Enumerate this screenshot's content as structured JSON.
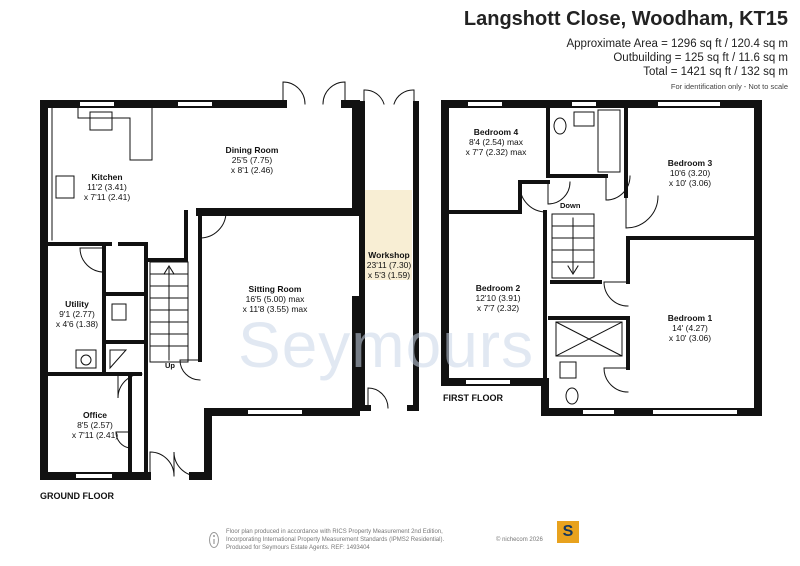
{
  "header": {
    "title": "Langshott Close, Woodham, KT15",
    "approx_area": "Approximate Area = 1296 sq ft / 120.4 sq m",
    "outbuilding": "Outbuilding = 125 sq ft / 11.6 sq m",
    "total": "Total = 1421 sq ft / 132 sq m",
    "note": "For identification only - Not to scale"
  },
  "ground_floor": {
    "label": "GROUND FLOOR",
    "rooms": {
      "kitchen": {
        "name": "Kitchen",
        "dim1": "11'2 (3.41)",
        "dim2": "x 7'11 (2.41)"
      },
      "dining": {
        "name": "Dining Room",
        "dim1": "25'5 (7.75)",
        "dim2": "x 8'1 (2.46)"
      },
      "sitting": {
        "name": "Sitting Room",
        "dim1": "16'5 (5.00) max",
        "dim2": "x 11'8 (3.55) max"
      },
      "utility": {
        "name": "Utility",
        "dim1": "9'1 (2.77)",
        "dim2": "x 4'6 (1.38)"
      },
      "office": {
        "name": "Office",
        "dim1": "8'5 (2.57)",
        "dim2": "x 7'11 (2.41)"
      },
      "workshop": {
        "name": "Workshop",
        "dim1": "23'11 (7.30)",
        "dim2": "x 5'3 (1.59)"
      }
    },
    "stairs_label": "Up"
  },
  "first_floor": {
    "label": "FIRST FLOOR",
    "rooms": {
      "bed4": {
        "name": "Bedroom 4",
        "dim1": "8'4 (2.54) max",
        "dim2": "x 7'7 (2.32) max"
      },
      "bed3": {
        "name": "Bedroom 3",
        "dim1": "10'6 (3.20)",
        "dim2": "x 10' (3.06)"
      },
      "bed2": {
        "name": "Bedroom 2",
        "dim1": "12'10 (3.91)",
        "dim2": "x 7'7 (2.32)"
      },
      "bed1": {
        "name": "Bedroom 1",
        "dim1": "14' (4.27)",
        "dim2": "x 10' (3.06)"
      }
    },
    "stairs_label": "Down"
  },
  "watermark": "Seymours",
  "badge_letter": "S",
  "footer": {
    "line1": "Floor plan produced in accordance with RICS Property Measurement 2nd Edition,",
    "line2": "Incorporating International Property Measurement Standards (IPMS2 Residential).",
    "line3": "Produced for Seymours Estate Agents.   REF: 1493404",
    "copyright": "© nichecom 2026"
  },
  "colors": {
    "wall": "#111111",
    "window": "#ffffff",
    "watermark": "#c9d6e8",
    "badge": "#e8a21e"
  }
}
